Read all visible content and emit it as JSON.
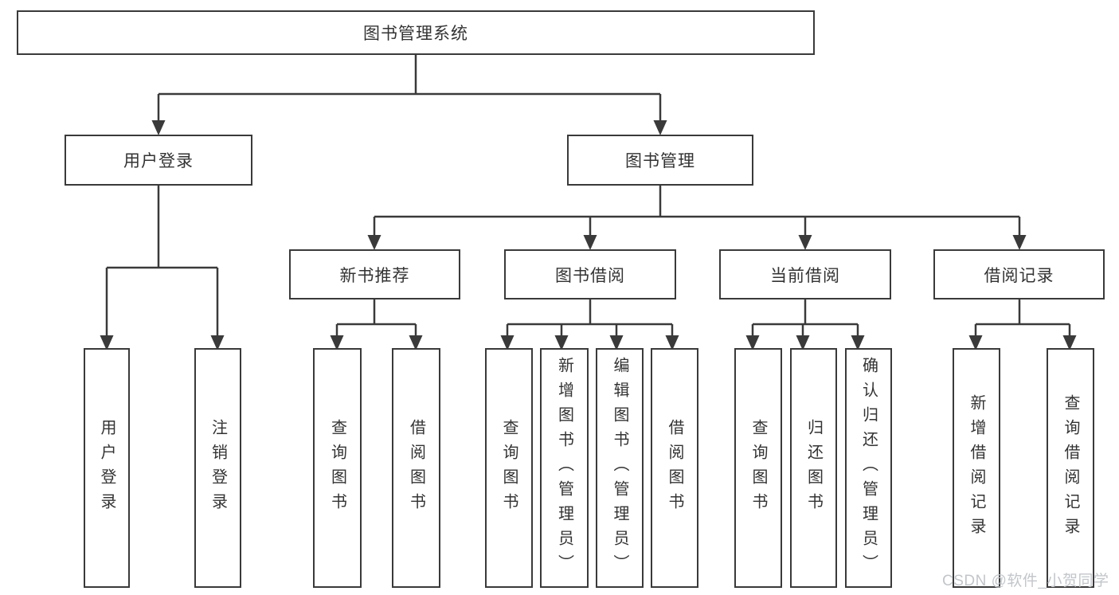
{
  "diagram": {
    "root": {
      "label": "图书管理系统"
    },
    "level2": [
      {
        "label": "用户登录"
      },
      {
        "label": "图书管理"
      }
    ],
    "level3": [
      {
        "label": "新书推荐",
        "parent": "图书管理"
      },
      {
        "label": "图书借阅",
        "parent": "图书管理"
      },
      {
        "label": "当前借阅",
        "parent": "图书管理"
      },
      {
        "label": "借阅记录",
        "parent": "图书管理"
      }
    ],
    "leaves": [
      {
        "label": "用户登录",
        "parent": "用户登录"
      },
      {
        "label": "注销登录",
        "parent": "用户登录"
      },
      {
        "label": "查询图书",
        "parent": "新书推荐"
      },
      {
        "label": "借阅图书",
        "parent": "新书推荐"
      },
      {
        "label": "查询图书",
        "parent": "图书借阅"
      },
      {
        "label": "新增图书（管理员）",
        "parent": "图书借阅"
      },
      {
        "label": "编辑图书（管理员）",
        "parent": "图书借阅"
      },
      {
        "label": "借阅图书",
        "parent": "图书借阅"
      },
      {
        "label": "查询图书",
        "parent": "当前借阅"
      },
      {
        "label": "归还图书",
        "parent": "当前借阅"
      },
      {
        "label": "确认归还（管理员）",
        "parent": "当前借阅"
      },
      {
        "label": "新增借阅记录",
        "parent": "借阅记录"
      },
      {
        "label": "查询借阅记录",
        "parent": "借阅记录"
      }
    ],
    "watermark": "CSDN @软件_小贺同学",
    "colors": {
      "background": "#ffffff",
      "line": "#3a3a3a",
      "text": "#333333",
      "watermark": "#c2c6ca"
    }
  }
}
